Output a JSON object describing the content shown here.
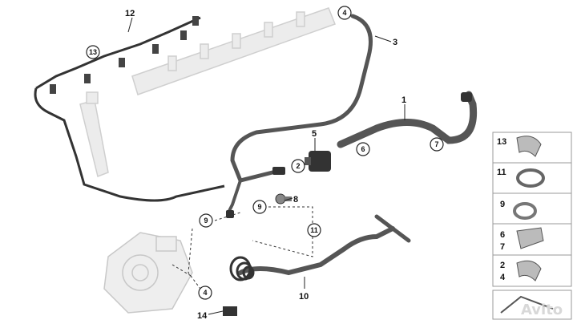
{
  "part_labels": {
    "p1": "1",
    "p3": "3",
    "p5": "5",
    "p8": "8",
    "p10": "10",
    "p12": "12",
    "p14": "14"
  },
  "callouts": {
    "c13": "13",
    "c4a": "4",
    "c2": "2",
    "c6": "6",
    "c7": "7",
    "c9a": "9",
    "c9b": "9",
    "c11": "11",
    "c4b": "4"
  },
  "legend": [
    {
      "top": "13",
      "bottom": ""
    },
    {
      "top": "11",
      "bottom": ""
    },
    {
      "top": "9",
      "bottom": ""
    },
    {
      "top": "6",
      "bottom": "7"
    },
    {
      "top": "2",
      "bottom": "4"
    }
  ],
  "watermark": "Avito",
  "colors": {
    "line": "#222222",
    "hose": "#555555",
    "ghost": "#cfcfcf"
  }
}
